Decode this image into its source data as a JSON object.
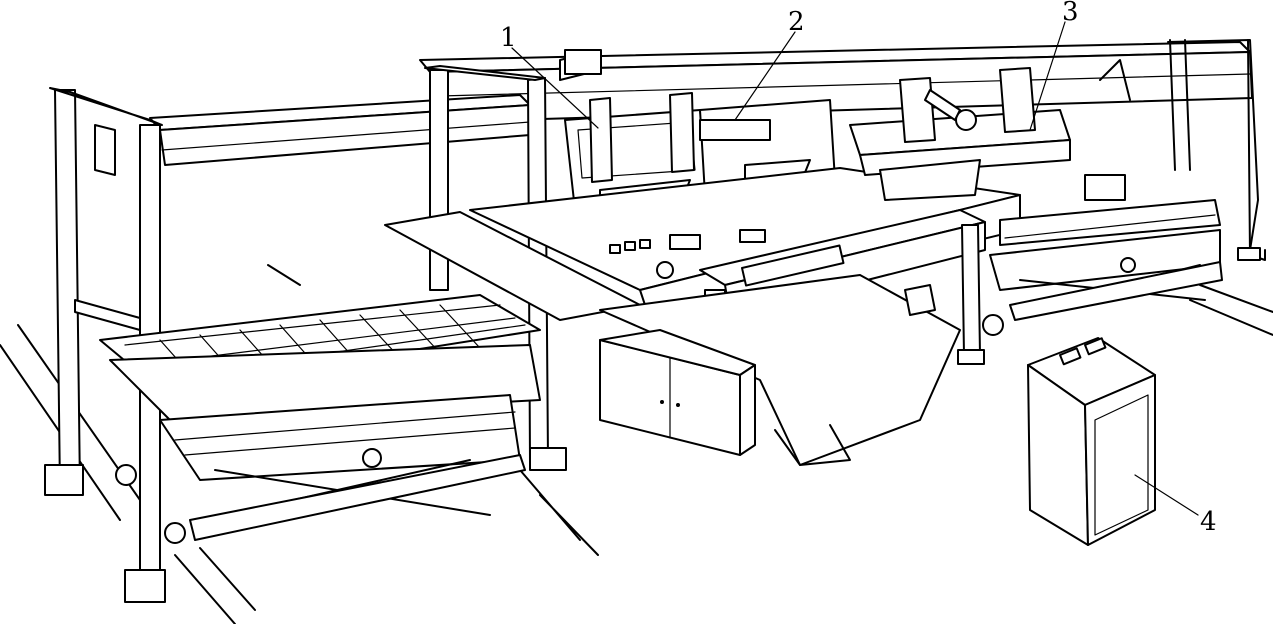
{
  "labels": [
    {
      "id": "1",
      "text": "1"
    },
    {
      "id": "2",
      "text": "2"
    },
    {
      "id": "3",
      "text": "3"
    },
    {
      "id": "4",
      "text": "4"
    }
  ]
}
